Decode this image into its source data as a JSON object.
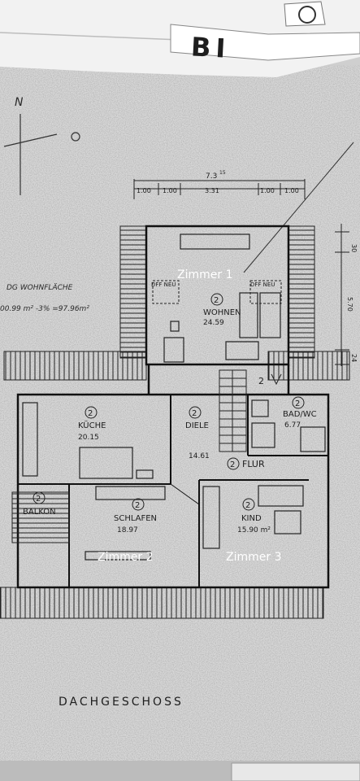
{
  "plan": {
    "title": "DACHGESCHOSS",
    "brand": "BI",
    "north": "N",
    "dimensions": {
      "total_width": "7.3",
      "total_width_sup": "15",
      "segments": [
        "1.00",
        "1.00",
        "3.31",
        "1.00",
        "1.00"
      ],
      "right_top": "30",
      "right_mid": "5.70",
      "right_low": "24"
    },
    "area_note": {
      "line1": "DG WOHNFLÄCHE",
      "line2": "00.99 m² -3% =97.96m²"
    },
    "rooms": [
      {
        "number": "2",
        "name": "WOHNEN",
        "area": "24.59"
      },
      {
        "number": "2",
        "name": "KÜCHE",
        "area": "20.15"
      },
      {
        "number": "2",
        "name": "DIELE",
        "area": "14.61"
      },
      {
        "number": "2",
        "name": "FLUR",
        "area": ""
      },
      {
        "number": "2",
        "name": "BAD/WC",
        "area": "6.77"
      },
      {
        "number": "2",
        "name": "BALKON",
        "area": ""
      },
      {
        "number": "2",
        "name": "SCHLAFEN",
        "area": "18.97"
      },
      {
        "number": "2",
        "name": "KIND",
        "area": "15.90 m²"
      }
    ],
    "dff": [
      "DFF NEU",
      "DFF NEU"
    ],
    "stair_mark": "2",
    "zones": [
      "Zimmer 1",
      "Zimmer 2",
      "Zimmer 3"
    ]
  }
}
